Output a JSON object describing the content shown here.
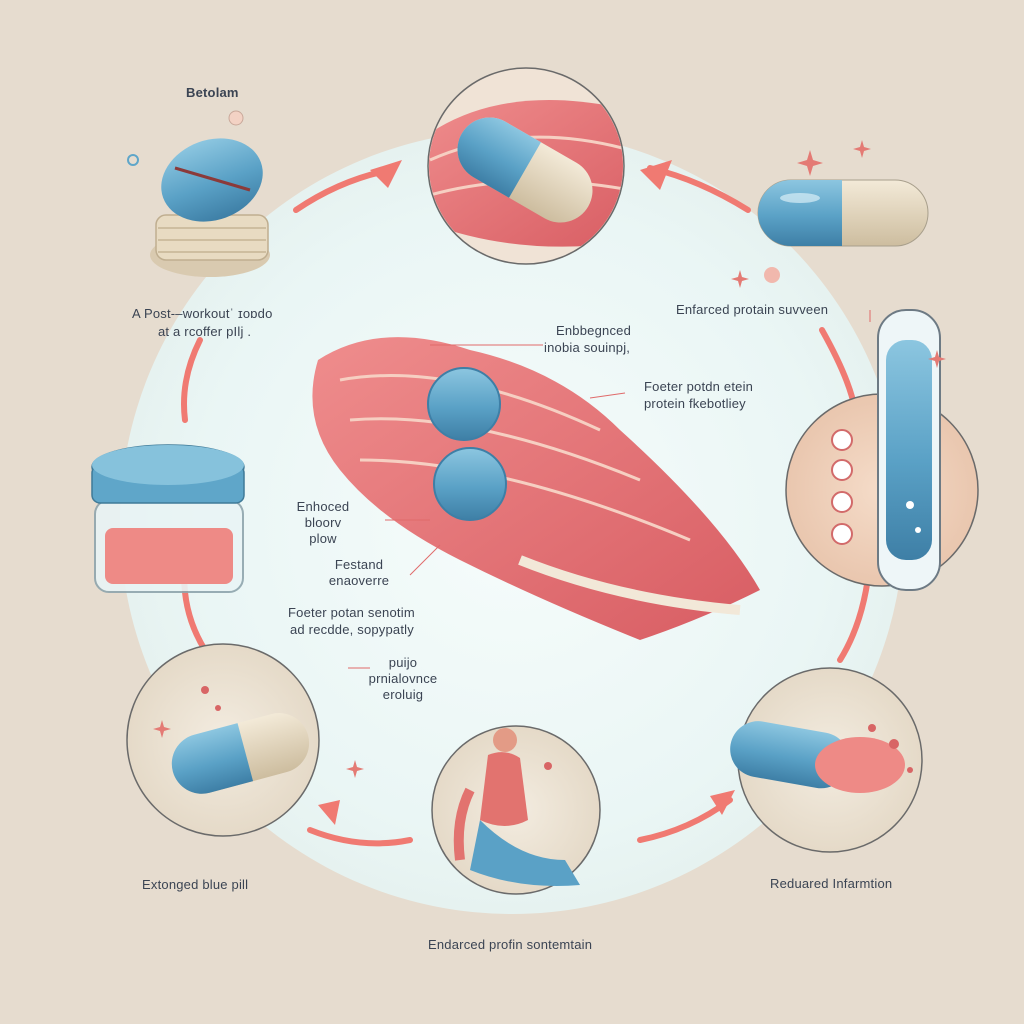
{
  "labels": {
    "top_left_small": "Betolam",
    "top_left_caption_1": "A Post-–workoutˈ ɪoɒdo",
    "top_left_caption_2": "at a rcoffer pIlj .",
    "top_right_caption": "Enfarced protain suvveen",
    "center_1_line1": "Enbbegnced",
    "center_1_line2": "inobia souinpj,",
    "center_2_line1": "Foeter potdn etein",
    "center_2_line2": "protein fkebotliey",
    "left_mid_1_line1": "Enhoced",
    "left_mid_1_line2": "bloorv",
    "left_mid_1_line3": "plow",
    "left_mid_2_line1": "Festand",
    "left_mid_2_line2": "enaoverre",
    "center_3_line1": "Foeter potan senotim",
    "center_3_line2": "ad recdde, sopypatly",
    "center_4_line1": "puijo",
    "center_4_line2": "prnialovnce",
    "center_4_line3": "eroluig",
    "bottom_left_caption": "Extonged blue pill",
    "bottom_right_caption": "Reduared Infarmtion",
    "bottom_center_caption": "Endarced profin sontemtain"
  },
  "colors": {
    "background": "#e6dccf",
    "halo": "#eef8f7",
    "capsule_blue": "#5fa6c9",
    "capsule_cream": "#e6dac2",
    "muscle": "#e8767a",
    "arrow": "#f07a72",
    "ink": "#3b4453"
  }
}
